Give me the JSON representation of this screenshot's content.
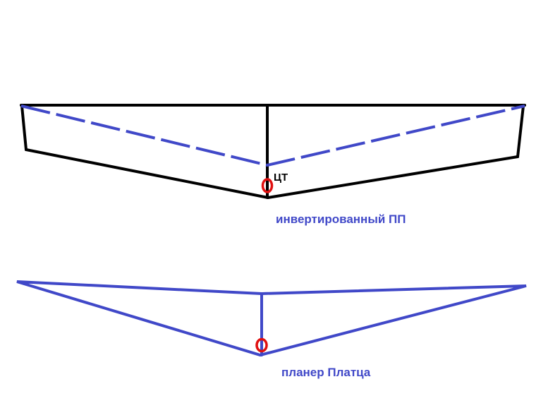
{
  "labels": {
    "cg": "ЦТ",
    "top_caption": "инвертированный ПП",
    "bottom_caption": "планер Платца"
  },
  "colors": {
    "outline": "#000000",
    "blue": "#4048c8",
    "cg_marker": "#e01010",
    "background": "#ffffff"
  }
}
